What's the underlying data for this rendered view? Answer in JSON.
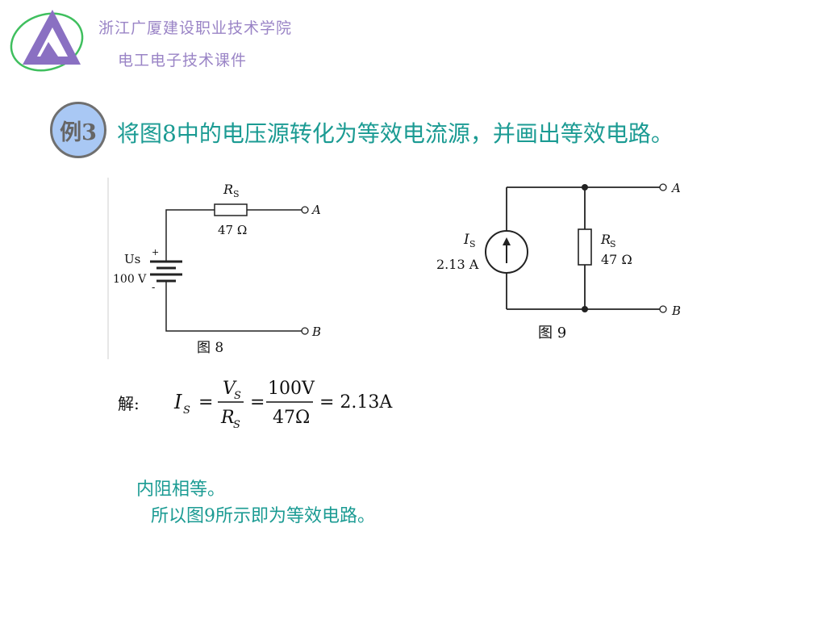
{
  "header": {
    "school": "浙江广厦建设职业技术学院",
    "course": "电工电子技术课件"
  },
  "example": {
    "badge": "例3",
    "problem": "将图8中的电压源转化为等效电流源，并画出等效电路。"
  },
  "figure8": {
    "resistor_label": "R",
    "resistor_sub": "S",
    "resistor_value": "47 Ω",
    "source_label": "Us",
    "source_value": "100 V",
    "plus": "+",
    "minus": "-",
    "terminal_a": "A",
    "terminal_b": "B",
    "caption": "图 8"
  },
  "figure9": {
    "current_label": "I",
    "current_sub": "S",
    "current_value": "2.13 A",
    "resistor_label": "R",
    "resistor_sub": "S",
    "resistor_value": "47 Ω",
    "terminal_a": "A",
    "terminal_b": "B",
    "caption": "图 9"
  },
  "solution": {
    "label": "解:",
    "lhs": "I",
    "lhs_sub": "S",
    "eq": "=",
    "frac1_num": "V",
    "frac1_num_sub": "S",
    "frac1_den": "R",
    "frac1_den_sub": "S",
    "frac2_num": "100V",
    "frac2_den": "47Ω",
    "result": "= 2.13A"
  },
  "notes": {
    "line1": "内阻相等。",
    "line2": "所以图9所示即为等效电路。"
  }
}
